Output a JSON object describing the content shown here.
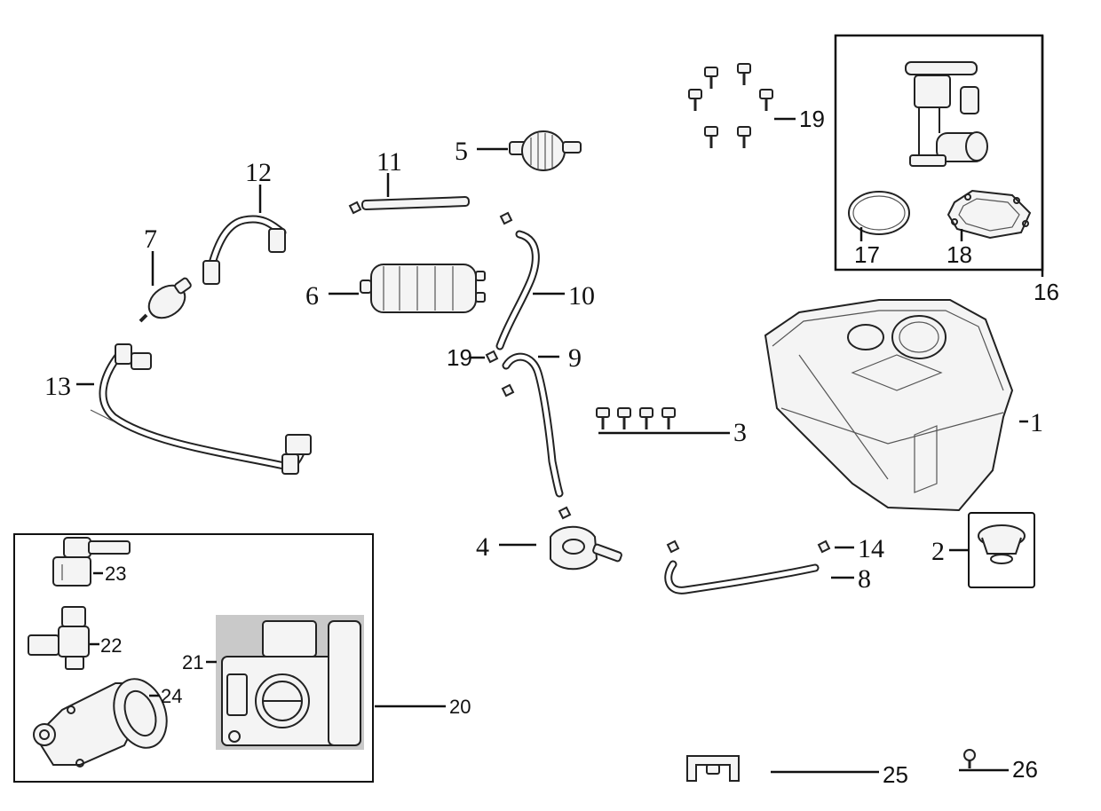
{
  "labels": {
    "p1": "1",
    "p2": "2",
    "p3": "3",
    "p4": "4",
    "p5": "5",
    "p6": "6",
    "p7": "7",
    "p8": "8",
    "p9": "9",
    "p10": "10",
    "p11": "11",
    "p12": "12",
    "p13": "13",
    "p14": "14",
    "p16": "16",
    "p17": "17",
    "p18": "18",
    "p19_top": "19",
    "p19_mid": "19",
    "p20": "20",
    "p21": "21",
    "p22": "22",
    "p23": "23",
    "p24": "24",
    "p25": "25",
    "p26": "26"
  }
}
